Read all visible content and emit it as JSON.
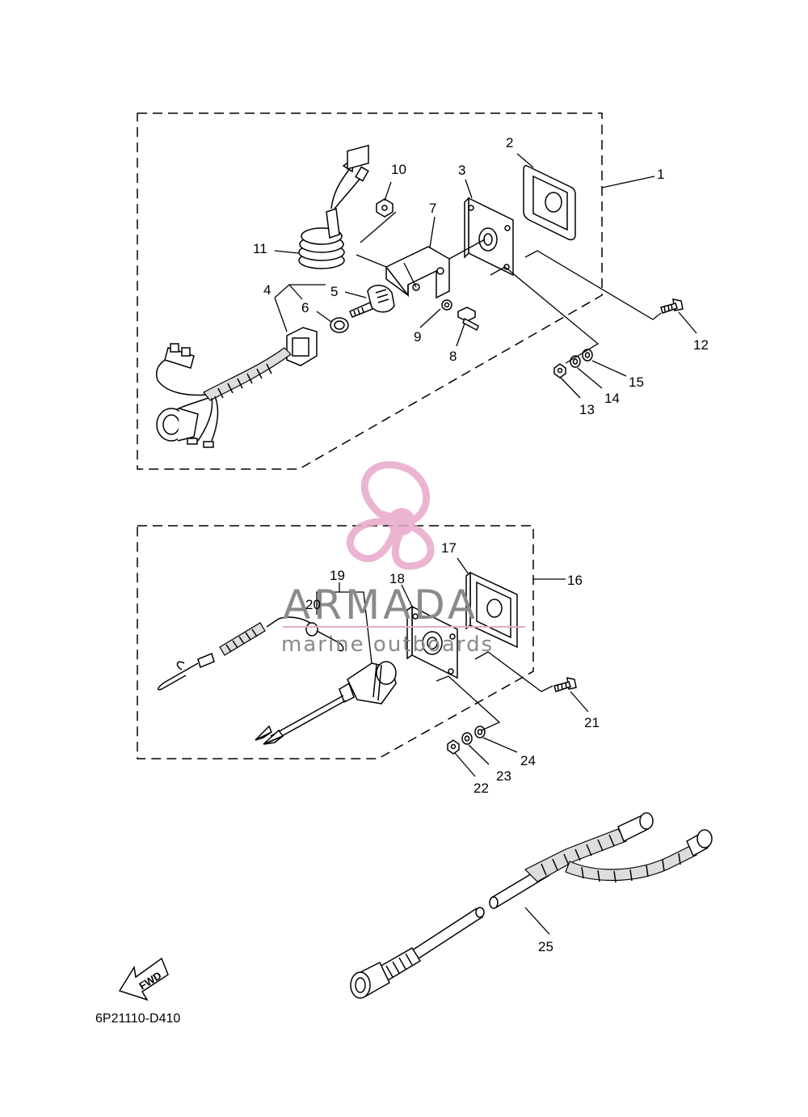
{
  "callouts": {
    "c1": "1",
    "c2": "2",
    "c3": "3",
    "c4": "4",
    "c5": "5",
    "c6": "6",
    "c7": "7",
    "c8": "8",
    "c9": "9",
    "c10": "10",
    "c11": "11",
    "c12": "12",
    "c13": "13",
    "c14": "14",
    "c15": "15",
    "c16": "16",
    "c17": "17",
    "c18": "18",
    "c19": "19",
    "c20": "20",
    "c21": "21",
    "c22": "22",
    "c23": "23",
    "c24": "24",
    "c25": "25"
  },
  "fwd_label": "FWD",
  "part_code": "6P21110-D410",
  "watermark": {
    "brand": "ARMADA",
    "tagline": "marine outboards",
    "logo_color": "#e8a9c9",
    "text_color": "#8a8a8a"
  }
}
